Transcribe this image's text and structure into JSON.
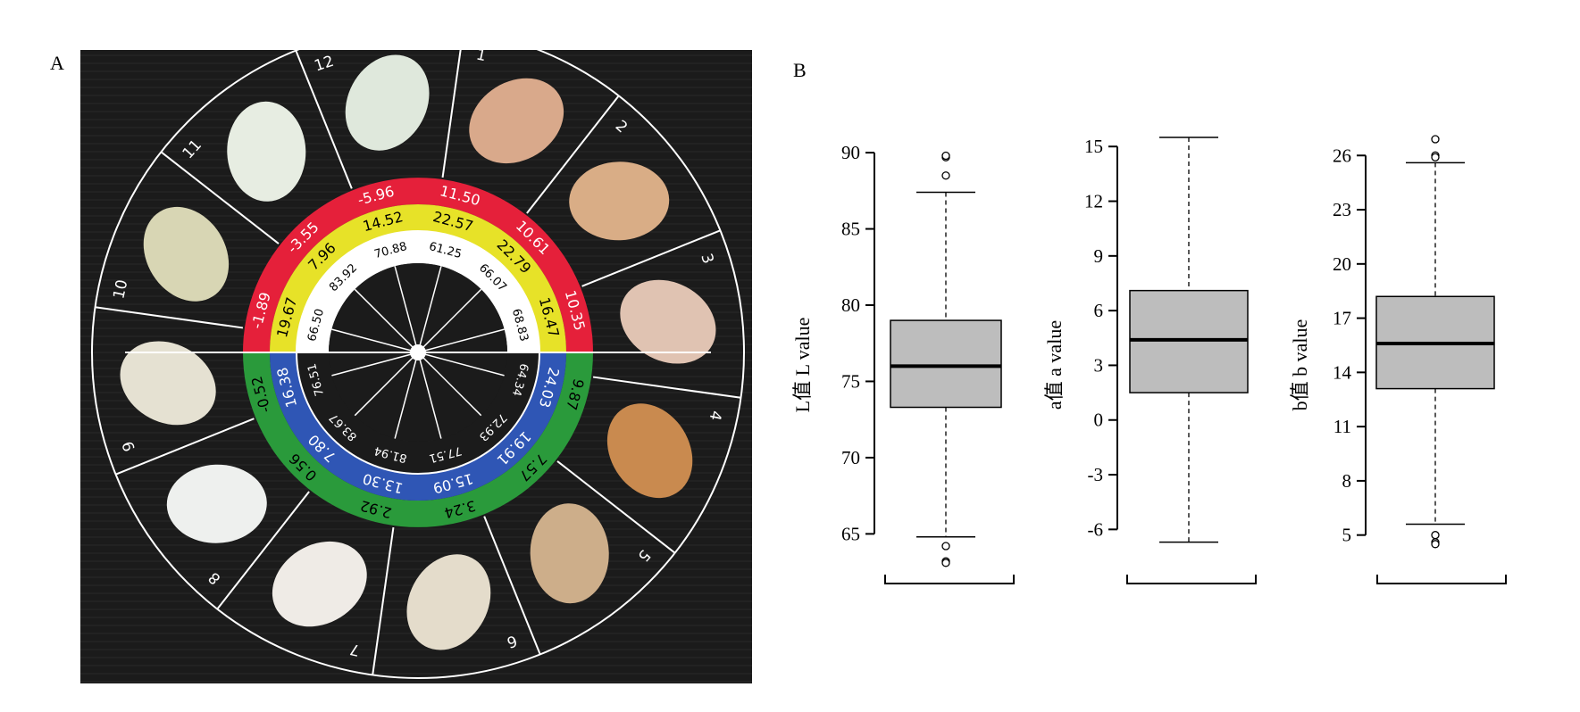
{
  "panel_a": {
    "label": "A",
    "colors": {
      "background": "#1b1b1b",
      "red": "#e5203a",
      "yellow": "#e7e228",
      "white": "#ffffff",
      "blue": "#2f56b5",
      "green": "#2a9a3b"
    },
    "sector_labels": [
      "1",
      "2",
      "3",
      "4",
      "5",
      "6",
      "7",
      "8",
      "9",
      "10",
      "11",
      "12"
    ],
    "red_ring": [
      "11.50",
      "10.61",
      "10.35",
      "-1.89",
      "-3.55",
      "-5.96"
    ],
    "yellow_ring": [
      "22.57",
      "22.79",
      "16.47",
      "19.67",
      "7.96",
      "14.52"
    ],
    "white_ring": [
      "61.25",
      "66.07",
      "68.83",
      "66.50",
      "83.92",
      "70.88"
    ],
    "blue_ring": [
      "24.03",
      "19.91",
      "15.09",
      "13.30",
      "7.80",
      "16.38"
    ],
    "green_ring": [
      "9.87",
      "7.57",
      "3.24",
      "2.92",
      "0.56",
      "-0.52"
    ],
    "inner_lower_ring": [
      "64.34",
      "72.93",
      "77.51",
      "81.94",
      "83.67",
      "76.51"
    ],
    "eggs": [
      {
        "sector": "1",
        "color": "#d9a98b"
      },
      {
        "sector": "2",
        "color": "#d9ad86"
      },
      {
        "sector": "3",
        "color": "#e0c3b2"
      },
      {
        "sector": "4",
        "color": "#c98a4f"
      },
      {
        "sector": "5",
        "color": "#cdae8a"
      },
      {
        "sector": "6",
        "color": "#e4dccb"
      },
      {
        "sector": "7",
        "color": "#efebe6"
      },
      {
        "sector": "8",
        "color": "#eef0ee"
      },
      {
        "sector": "9",
        "color": "#e5e1d2"
      },
      {
        "sector": "10",
        "color": "#d8d6b4"
      },
      {
        "sector": "11",
        "color": "#e7ede2"
      },
      {
        "sector": "12",
        "color": "#dfe8dc"
      }
    ]
  },
  "panel_b": {
    "label": "B"
  },
  "chart_data": [
    {
      "type": "box",
      "ylabel": "L值 L value",
      "ylim": [
        63.5,
        91
      ],
      "yticks": [
        65,
        70,
        75,
        80,
        85,
        90
      ],
      "grid": false,
      "box": {
        "whisker_low": 64.8,
        "q1": 73.3,
        "median": 76.0,
        "q3": 79.0,
        "whisker_high": 87.4
      },
      "outliers": [
        89.7,
        89.8,
        88.5,
        64.2,
        63.2,
        63.1
      ],
      "colors": {
        "box_fill": "#bdbdbd"
      }
    },
    {
      "type": "box",
      "ylabel": "a值 a value",
      "ylim": [
        -7.5,
        15.5
      ],
      "yticks": [
        -6,
        -3,
        0,
        3,
        6,
        9,
        12,
        15
      ],
      "grid": false,
      "box": {
        "whisker_low": -6.7,
        "q1": 1.5,
        "median": 4.4,
        "q3": 7.1,
        "whisker_high": 15.5
      },
      "outliers": [],
      "colors": {
        "box_fill": "#bdbdbd"
      }
    },
    {
      "type": "box",
      "ylabel": "b值 b value",
      "ylim": [
        3.8,
        27
      ],
      "yticks": [
        5,
        8,
        11,
        14,
        17,
        20,
        23,
        26
      ],
      "grid": false,
      "box": {
        "whisker_low": 5.6,
        "q1": 13.1,
        "median": 15.6,
        "q3": 18.2,
        "whisker_high": 25.6
      },
      "outliers": [
        26.9,
        26.0,
        25.9,
        5.0,
        4.6,
        4.5
      ],
      "colors": {
        "box_fill": "#bdbdbd"
      }
    }
  ]
}
